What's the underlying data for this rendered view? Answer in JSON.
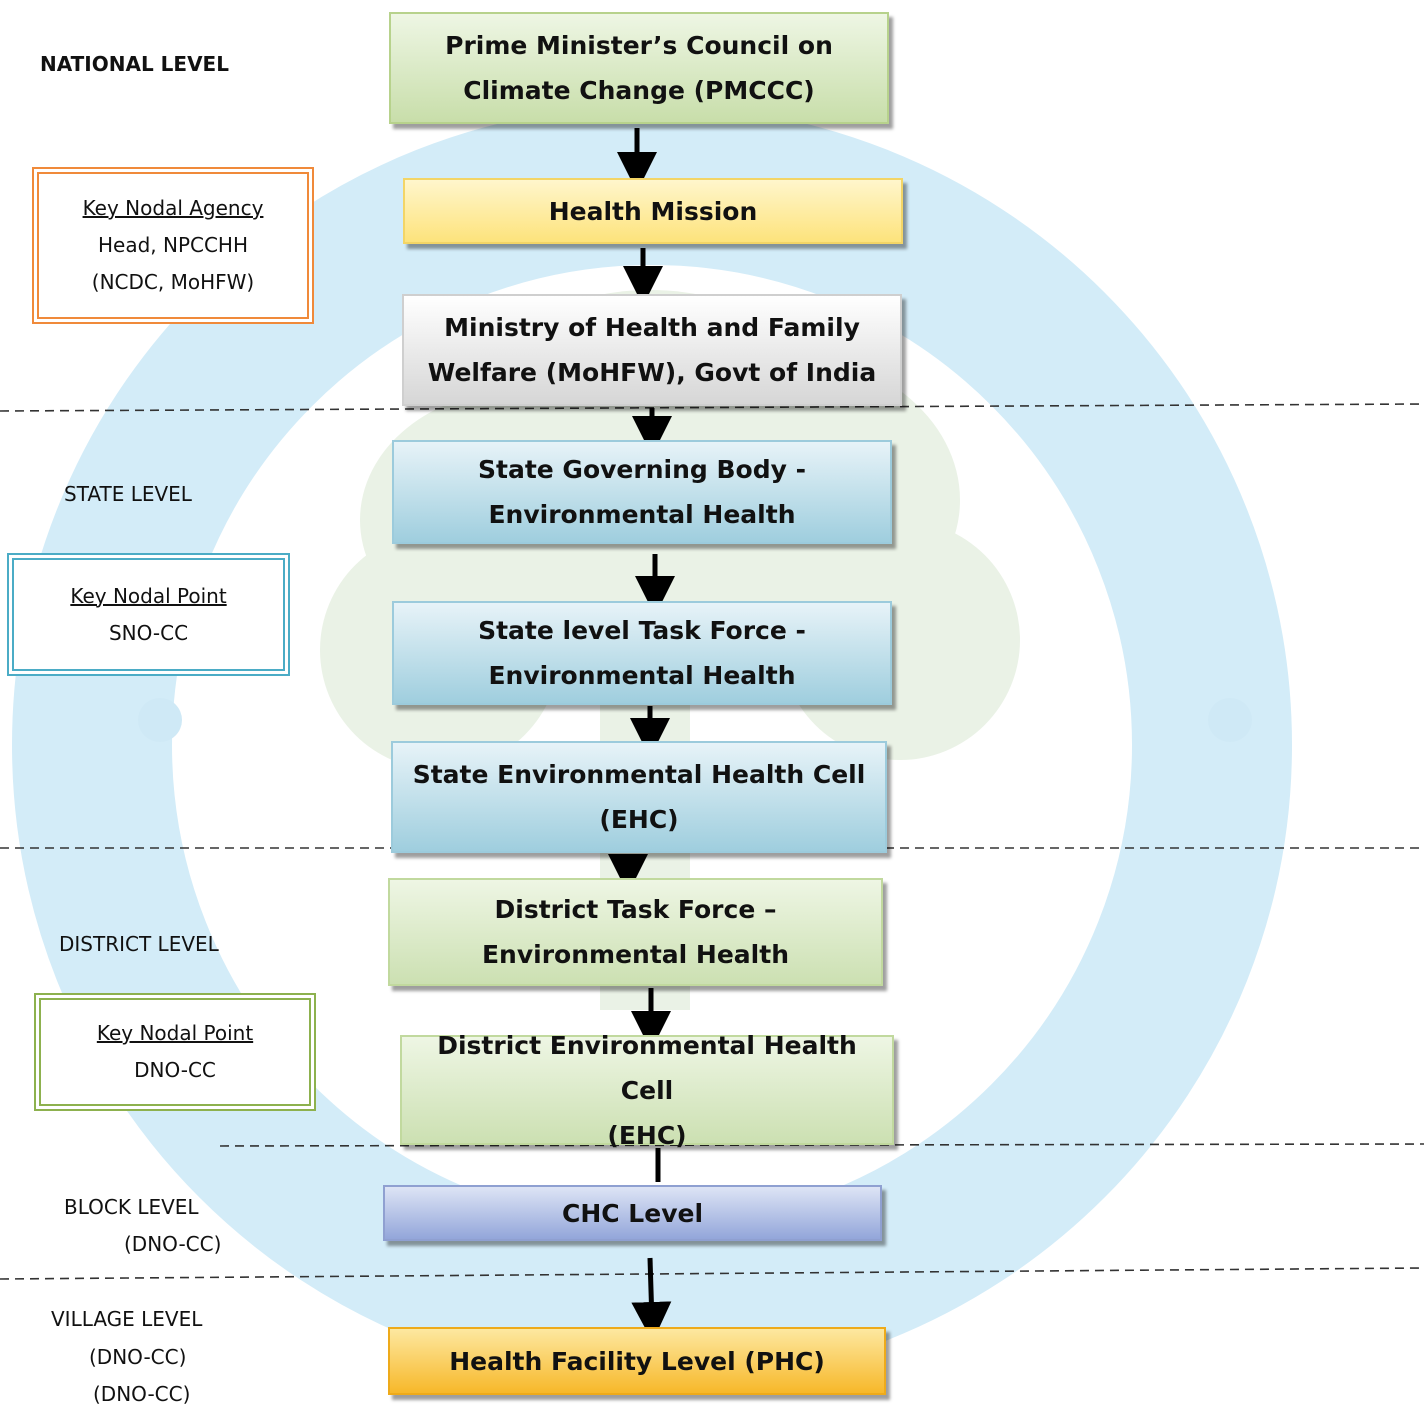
{
  "levels": {
    "national": "NATIONAL LEVEL",
    "state": "STATE LEVEL",
    "district": "DISTRICT LEVEL",
    "block": "BLOCK LEVEL",
    "block_sub": "(DNO-CC)",
    "village": "VILLAGE LEVEL",
    "village_sub1": "(DNO-CC)",
    "village_sub2": "(DNO-CC)"
  },
  "key_boxes": {
    "national": {
      "title": "Key Nodal Agency",
      "line1": "Head, NPCCHH",
      "line2": "(NCDC, MoHFW)"
    },
    "state": {
      "title": "Key Nodal Point",
      "line1": "SNO-CC"
    },
    "district": {
      "title": "Key Nodal Point",
      "line1": "DNO-CC"
    }
  },
  "nodes": {
    "pmccc": "Prime Minister’s Council on\nClimate Change (PMCCC)",
    "health_mission": "Health Mission",
    "mohfw": "Ministry of Health and Family\nWelfare (MoHFW), Govt of India",
    "state_governing": "State Governing Body -\nEnvironmental Health",
    "state_task_force": "State level Task Force -\nEnvironmental Health",
    "state_ehc": "State Environmental Health Cell\n(EHC)",
    "district_task_force": "District Task Force –\nEnvironmental Health",
    "district_ehc": "District Environmental Health Cell\n(EHC)",
    "chc": "CHC Level",
    "phc": "Health Facility Level (PHC)"
  },
  "colors": {
    "watermark_ring": "#cfe9f6",
    "watermark_tree": "#e4efe0",
    "key_orange": "#f08a3a",
    "key_teal": "#4bacc6",
    "key_green": "#8db14e"
  }
}
